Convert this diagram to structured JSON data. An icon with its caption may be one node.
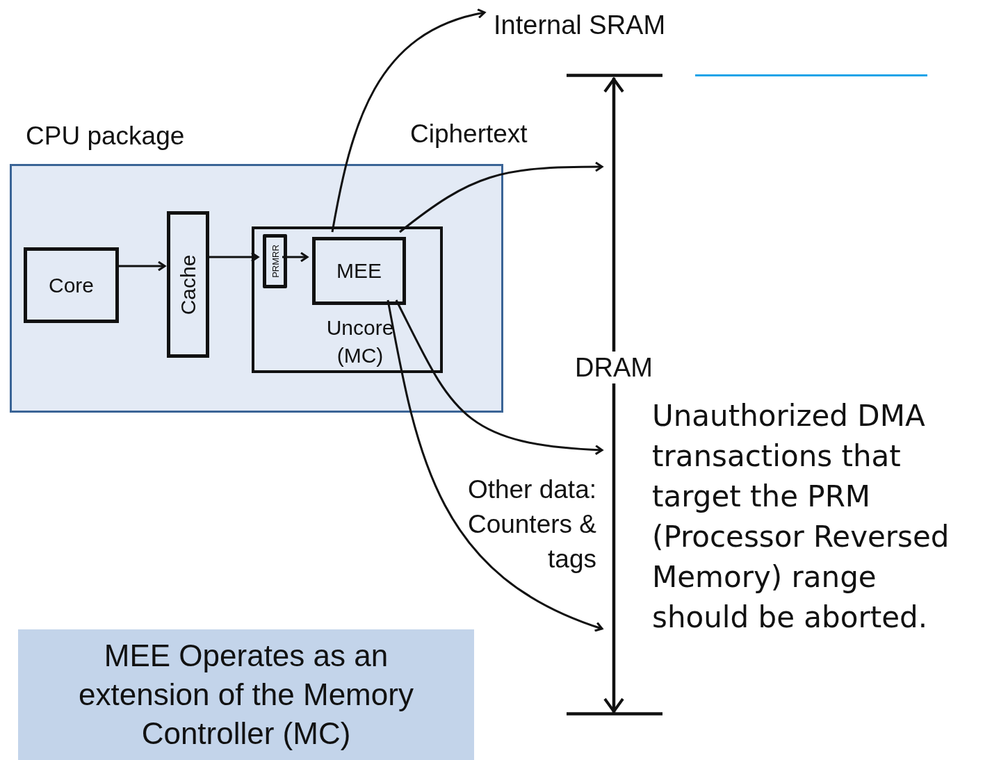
{
  "diagram": {
    "nodes": [
      {
        "text": [
          "CPU package"
        ]
      },
      {
        "text": [
          "Core"
        ],
        "in": 0
      },
      {
        "text": [
          "Cache"
        ],
        "in": 0
      },
      {
        "text": [
          "Uncore (MC)"
        ],
        "in": 0
      },
      {
        "text": [
          "PRMRR"
        ],
        "in": 3
      },
      {
        "text": [
          "MEE"
        ],
        "in": 3
      },
      {
        "text": [
          "Internal SRAM"
        ]
      },
      {
        "text": [],
        "shape": "bar"
      },
      {
        "text": [
          "MEE Operates as an extension of the Memory Controller (MC)"
        ]
      }
    ],
    "edges": [
      {
        "from": 1,
        "to": 2,
        "arrow": "to"
      },
      {
        "from": 2,
        "to": 4,
        "arrow": "to"
      },
      {
        "from": 4,
        "to": 5,
        "arrow": "to"
      },
      {
        "from": 5,
        "to": 6,
        "arrow": "to"
      },
      {
        "from": 5,
        "to": 7,
        "arrow": "to"
      },
      {
        "from": 5,
        "to": 7,
        "arrow": "to"
      },
      {
        "from": 5,
        "to": 7,
        "arrow": "to"
      }
    ],
    "labels": [
      "Ciphertext",
      "DRAM",
      "Other data: Counters & tags",
      "Unauthorized DMA transactions that target the PRM (Processor Reversed Memory) range should be aborted."
    ]
  }
}
